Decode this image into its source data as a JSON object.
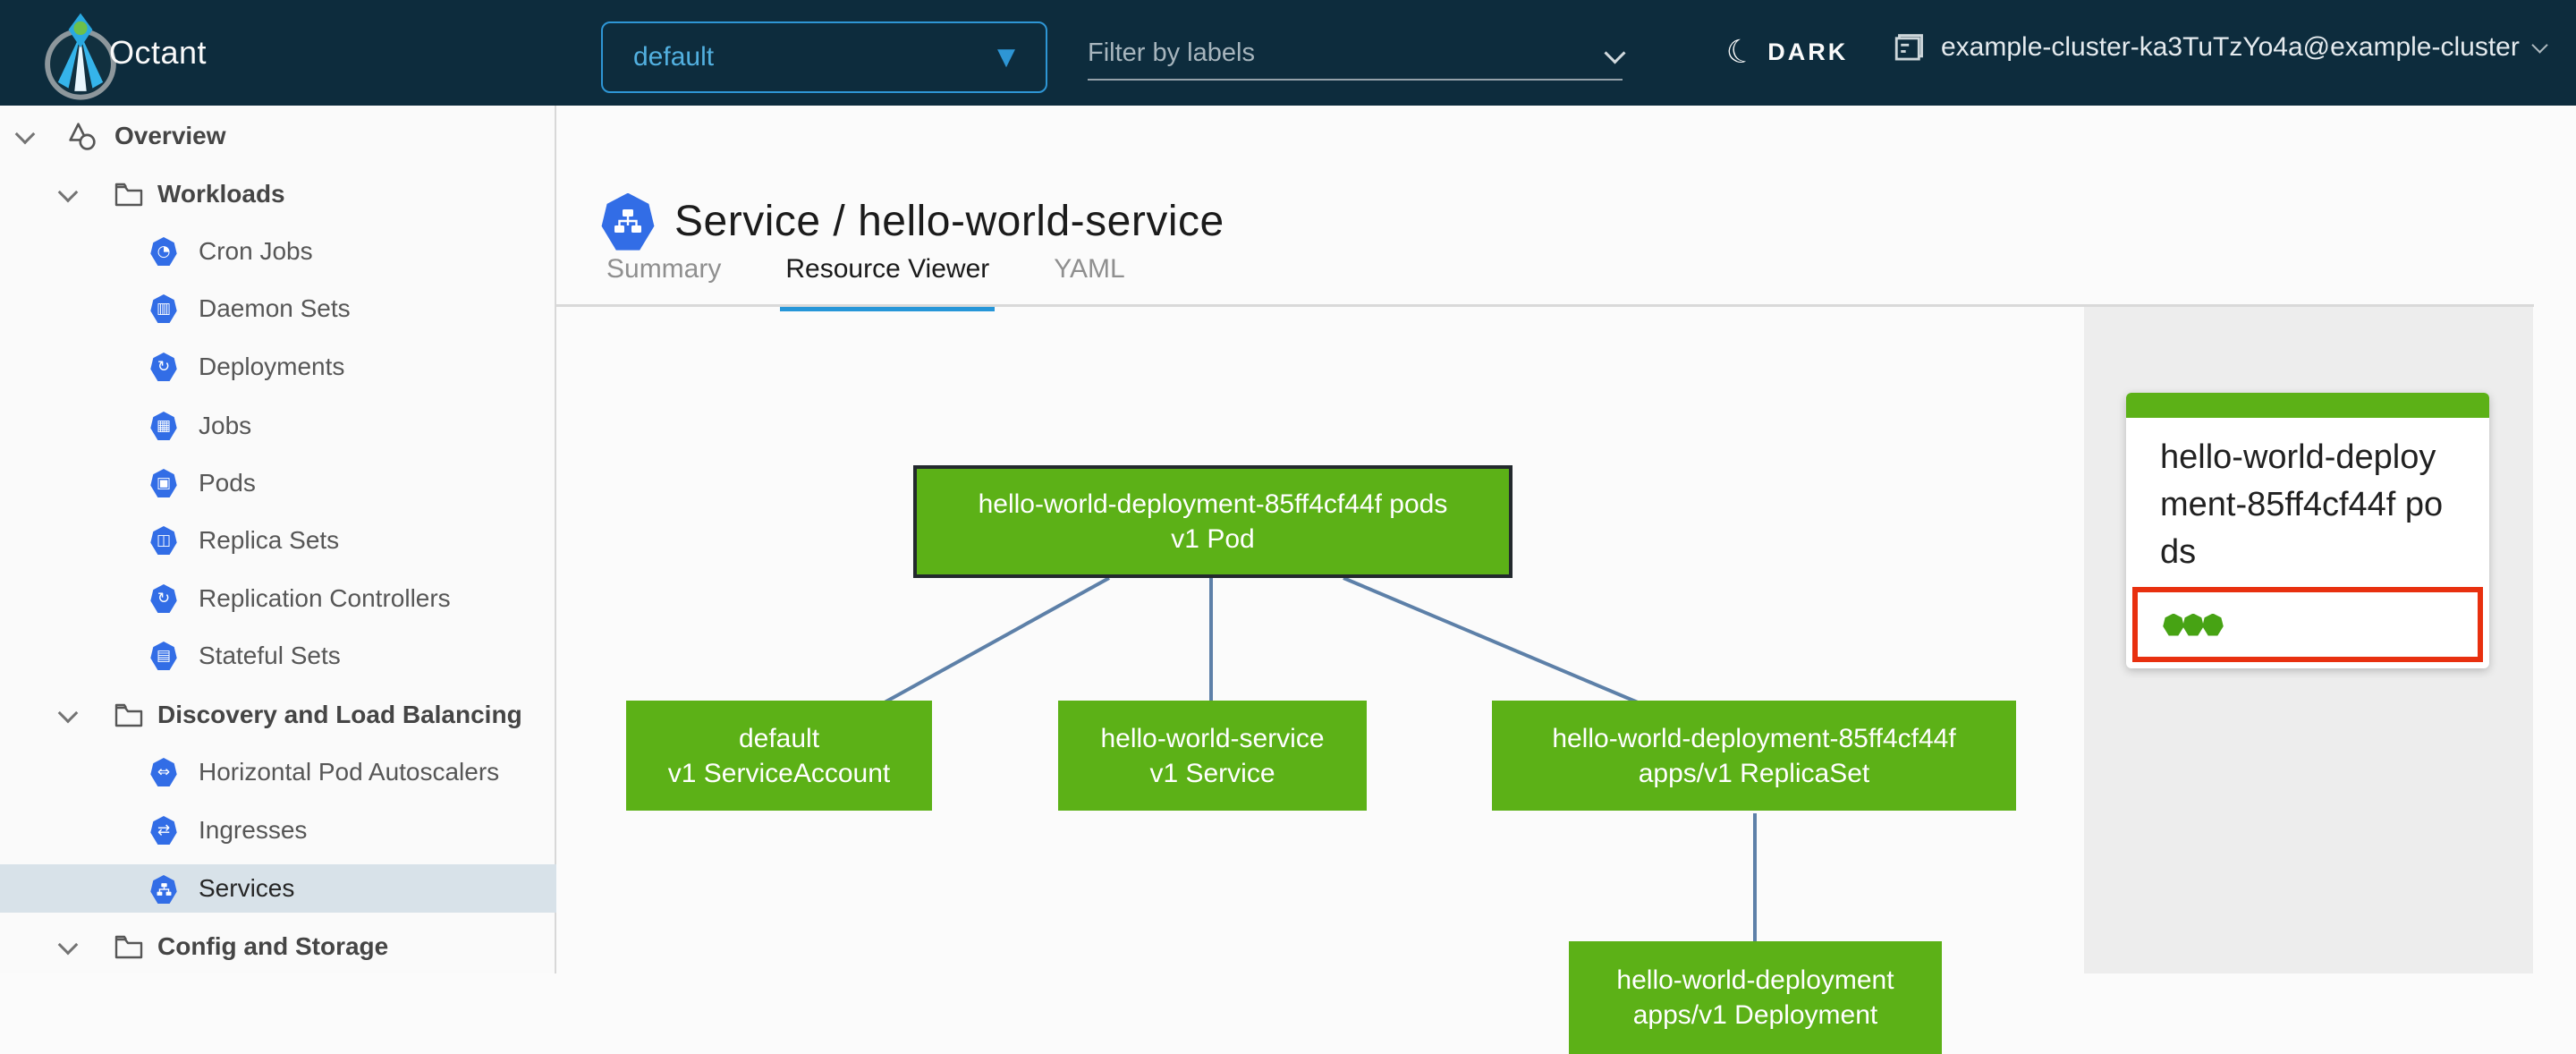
{
  "colors": {
    "header_bg": "#0d2c3d",
    "accent_blue": "#52b0e0",
    "k8s_blue": "#326de6",
    "node_green": "#5cb117",
    "edge_blue": "#5d80a8",
    "selection_red": "#e8300f",
    "tab_underline": "#2696d8",
    "sidebar_selected_bg": "#d8e2e9",
    "panel_bg": "#ededed"
  },
  "header": {
    "app_title": "Octant",
    "logo_icon": "octant-logo",
    "namespace_selector": {
      "value": "default",
      "caret_icon": "caret-down-icon"
    },
    "label_filter": {
      "placeholder": "Filter by labels",
      "chevron_icon": "chevron-down-icon"
    },
    "theme_toggle": {
      "label": "DARK",
      "icon": "moon-icon"
    },
    "context_selector": {
      "value": "example-cluster-ka3TuTzYo4a@example-cluster",
      "icon": "cluster-icon",
      "chevron_icon": "chevron-down-icon"
    }
  },
  "sidebar": {
    "items": [
      {
        "label": "Overview",
        "type": "root",
        "icon": "overview-icon",
        "chevron": true,
        "selected": false
      },
      {
        "label": "Workloads",
        "type": "section",
        "icon": "folder-icon",
        "chevron": true,
        "selected": false
      },
      {
        "label": "Cron Jobs",
        "type": "leaf",
        "icon": "cron-jobs-icon",
        "glyph": "◔",
        "selected": false
      },
      {
        "label": "Daemon Sets",
        "type": "leaf",
        "icon": "daemon-sets-icon",
        "glyph": "▥",
        "selected": false
      },
      {
        "label": "Deployments",
        "type": "leaf",
        "icon": "deployments-icon",
        "glyph": "↻",
        "selected": false
      },
      {
        "label": "Jobs",
        "type": "leaf",
        "icon": "jobs-icon",
        "glyph": "▦",
        "selected": false
      },
      {
        "label": "Pods",
        "type": "leaf",
        "icon": "pods-icon",
        "glyph": "▣",
        "selected": false
      },
      {
        "label": "Replica Sets",
        "type": "leaf",
        "icon": "replica-sets-icon",
        "glyph": "◫",
        "selected": false
      },
      {
        "label": "Replication Controllers",
        "type": "leaf",
        "icon": "replication-controllers-icon",
        "glyph": "↻",
        "selected": false
      },
      {
        "label": "Stateful Sets",
        "type": "leaf",
        "icon": "stateful-sets-icon",
        "glyph": "▤",
        "selected": false
      },
      {
        "label": "Discovery and Load Balancing",
        "type": "section",
        "icon": "folder-icon",
        "chevron": true,
        "selected": false
      },
      {
        "label": "Horizontal Pod Autoscalers",
        "type": "leaf",
        "icon": "horizontal-pod-autoscalers-icon",
        "glyph": "⇔",
        "selected": false
      },
      {
        "label": "Ingresses",
        "type": "leaf",
        "icon": "ingresses-icon",
        "glyph": "⇄",
        "selected": false
      },
      {
        "label": "Services",
        "type": "leaf",
        "icon": "services-icon",
        "glyph": "sitemap",
        "selected": true
      },
      {
        "label": "Config and Storage",
        "type": "section",
        "icon": "folder-icon",
        "chevron": true,
        "selected": false
      }
    ]
  },
  "main": {
    "title": "Service / hello-world-service",
    "title_icon": "service-icon",
    "tabs": [
      {
        "label": "Summary",
        "active": false
      },
      {
        "label": "Resource Viewer",
        "active": true
      },
      {
        "label": "YAML",
        "active": false
      }
    ]
  },
  "graph": {
    "nodes": [
      {
        "id": "pod",
        "line1": "hello-world-deployment-85ff4cf44f pods",
        "line2": "v1 Pod",
        "selected": true
      },
      {
        "id": "serviceaccount",
        "line1": "default",
        "line2": "v1 ServiceAccount",
        "selected": false
      },
      {
        "id": "service",
        "line1": "hello-world-service",
        "line2": "v1 Service",
        "selected": false
      },
      {
        "id": "replicaset",
        "line1": "hello-world-deployment-85ff4cf44f",
        "line2": "apps/v1 ReplicaSet",
        "selected": false
      },
      {
        "id": "deployment",
        "line1": "hello-world-deployment",
        "line2": "apps/v1 Deployment",
        "selected": false
      }
    ],
    "edges": [
      {
        "from": "pod",
        "to": "serviceaccount"
      },
      {
        "from": "pod",
        "to": "service"
      },
      {
        "from": "pod",
        "to": "replicaset"
      },
      {
        "from": "replicaset",
        "to": "deployment"
      }
    ]
  },
  "detail_panel": {
    "title": "hello-world-deployment-85ff4cf44f pods",
    "pod_status": {
      "ok_count": 3
    }
  }
}
